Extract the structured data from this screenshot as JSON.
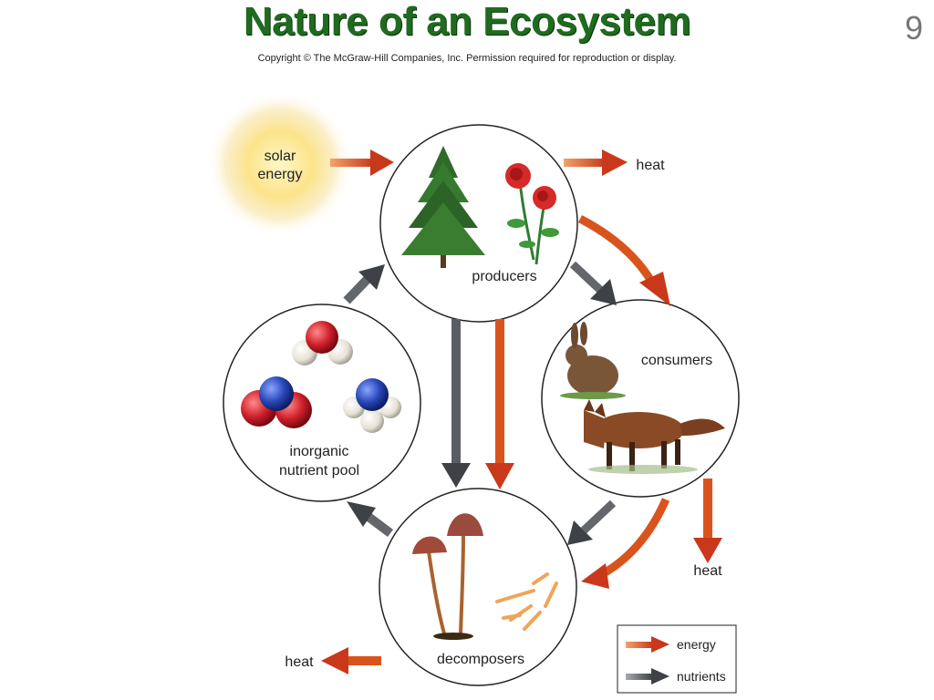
{
  "slide": {
    "title": "Nature of an Ecosystem",
    "number": "9",
    "copyright": "Copyright © The McGraw-Hill Companies, Inc. Permission required for reproduction or display."
  },
  "labels": {
    "solar_energy_1": "solar",
    "solar_energy_2": "energy",
    "producers": "producers",
    "consumers": "consumers",
    "decomposers": "decomposers",
    "inorganic_1": "inorganic",
    "inorganic_2": "nutrient pool",
    "heat_top": "heat",
    "heat_right": "heat",
    "heat_bottom": "heat"
  },
  "legend": {
    "energy": "energy",
    "nutrients": "nutrients"
  },
  "colors": {
    "title": "#1f6b1f",
    "energy_arrow": "#d9541c",
    "nutrient_arrow": "#55585e",
    "sun": "#f7d86a"
  },
  "icons": [
    "sun-icon",
    "tree-icon",
    "rose-icon",
    "rabbit-icon",
    "fox-icon",
    "mushroom-icon",
    "water-molecule-icon",
    "no2-molecule-icon",
    "ammonia-molecule-icon"
  ]
}
